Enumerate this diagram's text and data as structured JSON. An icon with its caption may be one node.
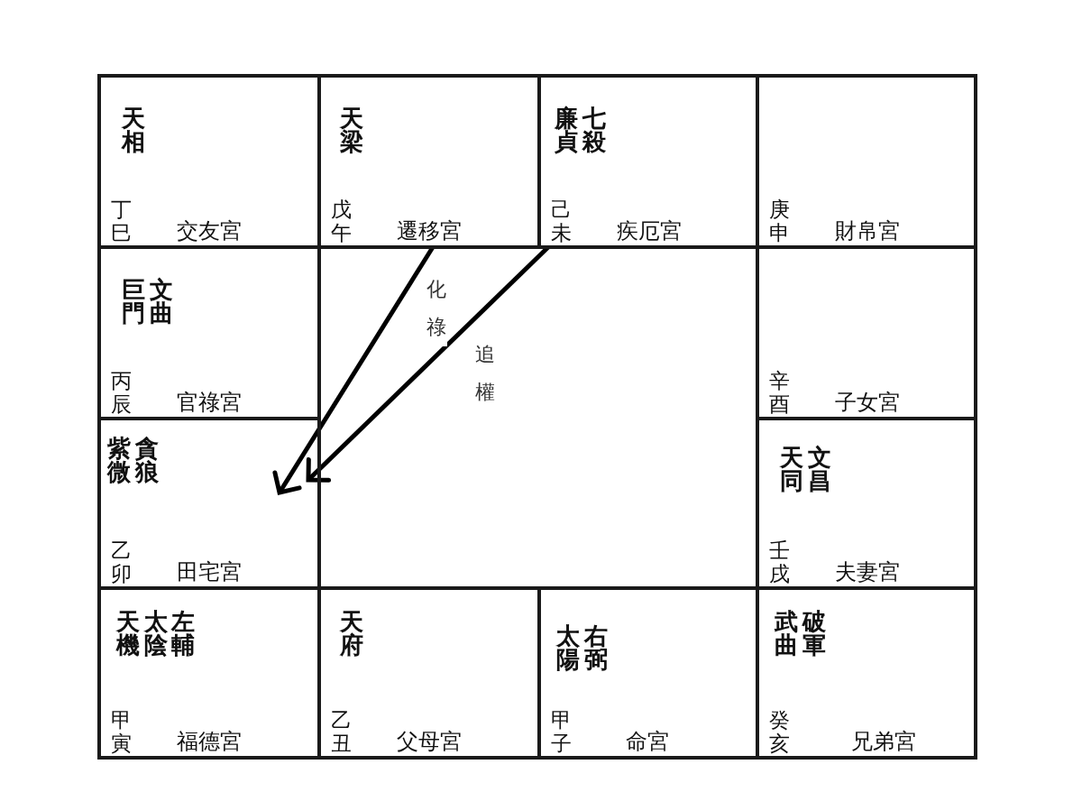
{
  "diagram": {
    "nodes": [
      {
        "text": [
          "天相",
          "丁巳",
          "交友宮"
        ]
      },
      {
        "text": [
          "天梁",
          "戊午",
          "遷移宮"
        ]
      },
      {
        "text": [
          "廉貞",
          "七殺",
          "己未",
          "疾厄宮"
        ]
      },
      {
        "text": [
          "庚申",
          "財帛宮"
        ]
      },
      {
        "text": [
          "巨門",
          "文曲",
          "丙辰",
          "官祿宮"
        ]
      },
      {
        "text": [
          "辛酉",
          "子女宮"
        ]
      },
      {
        "text": [
          "紫微",
          "貪狼",
          "乙卯",
          "田宅宮"
        ]
      },
      {
        "text": [
          "天同",
          "文昌",
          "壬戌",
          "夫妻宮"
        ]
      },
      {
        "text": [
          "天機",
          "太陰",
          "左輔",
          "甲寅",
          "福德宮"
        ]
      },
      {
        "text": [
          "天府",
          "乙丑",
          "父母宮"
        ]
      },
      {
        "text": [
          "太陽",
          "右弼",
          "甲子",
          "命宮"
        ]
      },
      {
        "text": [
          "武曲",
          "破軍",
          "癸亥",
          "兄弟宮"
        ]
      }
    ],
    "edges": [
      {
        "from": 1,
        "to": 6,
        "arrow": "to",
        "label": "化祿"
      },
      {
        "from": 2,
        "to": 6,
        "arrow": "to",
        "label": "追權"
      }
    ]
  }
}
